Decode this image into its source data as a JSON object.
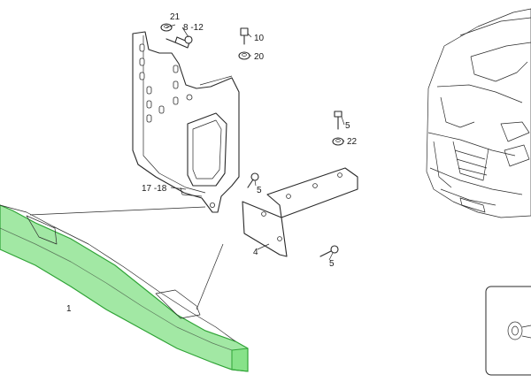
{
  "colors": {
    "highlight": "#55d65a",
    "highlight_edge": "#2fa336",
    "line": "#2a2a2a"
  },
  "callouts": {
    "c1": "1",
    "c4": "4",
    "c5a": "5",
    "c5b": "5",
    "c5c": "5",
    "c8_12": "8 -12",
    "c10": "10",
    "c17_18": "17 -18",
    "c20": "20",
    "c21": "21",
    "c22": "22"
  }
}
